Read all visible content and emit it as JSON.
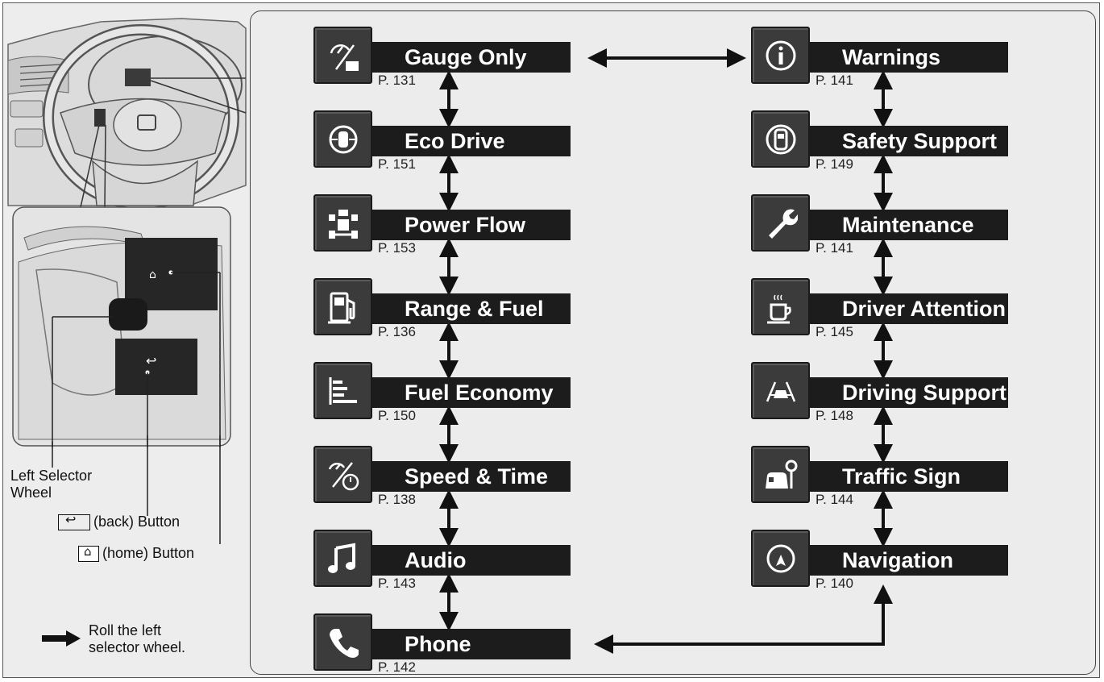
{
  "left_menu": [
    {
      "label": "Gauge Only",
      "page": "P. 131",
      "icon": "gauge-only-icon"
    },
    {
      "label": "Eco Drive",
      "page": "P. 151",
      "icon": "eco-drive-icon"
    },
    {
      "label": "Power Flow",
      "page": "P. 153",
      "icon": "power-flow-icon"
    },
    {
      "label": "Range & Fuel",
      "page": "P. 136",
      "icon": "fuel-pump-icon"
    },
    {
      "label": "Fuel Economy",
      "page": "P. 150",
      "icon": "bar-chart-icon"
    },
    {
      "label": "Speed & Time",
      "page": "P. 138",
      "icon": "speed-time-icon"
    },
    {
      "label": "Audio",
      "page": "P. 143",
      "icon": "music-note-icon"
    },
    {
      "label": "Phone",
      "page": "P. 142",
      "icon": "phone-icon"
    }
  ],
  "right_menu": [
    {
      "label": "Warnings",
      "page": "P. 141",
      "icon": "info-icon"
    },
    {
      "label": "Safety Support",
      "page": "P. 149",
      "icon": "safety-support-icon"
    },
    {
      "label": "Maintenance",
      "page": "P. 141",
      "icon": "wrench-icon"
    },
    {
      "label": "Driver Attention",
      "page": "P. 145",
      "icon": "coffee-cup-icon"
    },
    {
      "label": "Driving Support",
      "page": "P. 148",
      "icon": "lane-car-icon"
    },
    {
      "label": "Traffic Sign",
      "page": "P. 144",
      "icon": "traffic-sign-icon"
    },
    {
      "label": "Navigation",
      "page": "P. 140",
      "icon": "compass-icon"
    }
  ],
  "labels": {
    "left_selector": "Left Selector\nWheel",
    "back_button": "(back) Button",
    "home_button": "(home) Button",
    "legend": "Roll the left\nselector wheel."
  },
  "colors": {
    "bar": "#1c1c1c",
    "icon_box": "#3b3b3b",
    "background": "#ececec"
  }
}
